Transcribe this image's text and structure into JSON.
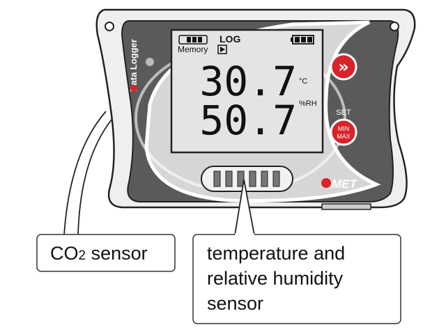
{
  "device": {
    "brand_side_label": "Data Logger",
    "memory_label": "Memory",
    "log_label": "LOG",
    "temperature_value": "30.7",
    "temperature_unit": "°C",
    "humidity_value": "50.7",
    "humidity_unit": "%RH",
    "set_label": "SET",
    "button_next_symbol": "»",
    "button_minmax_line1": "MIN",
    "button_minmax_line2": "MAX",
    "logo_text": "MET"
  },
  "callouts": {
    "co2_prefix": "CO",
    "co2_subscript": "2",
    "co2_suffix": " sensor",
    "temp_rh_line1": "temperature and",
    "temp_rh_line2": "relative humidity",
    "temp_rh_line3": "sensor"
  },
  "colors": {
    "body_dark": "#5a5a5a",
    "face_light": "#d6d6d6",
    "lcd": "#e4e4e4",
    "accent_red": "#d8232a"
  }
}
